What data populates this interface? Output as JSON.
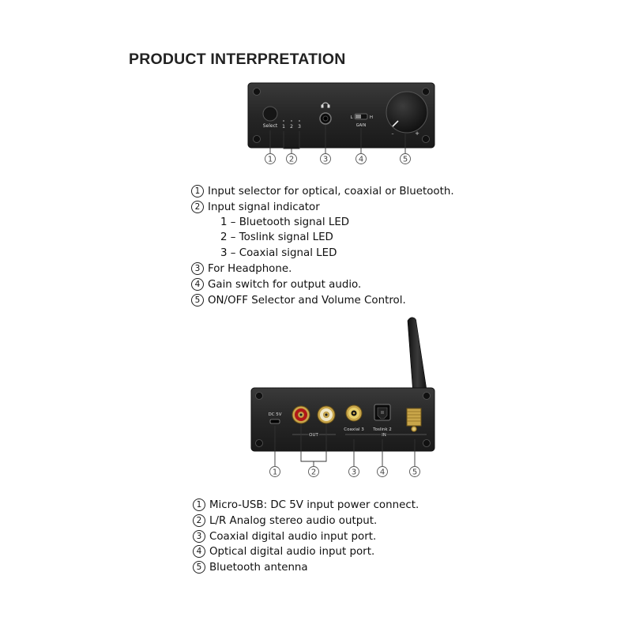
{
  "title": "PRODUCT INTERPRETATION",
  "front_panel": {
    "select_label": "Select",
    "led_numbers": [
      "1",
      "2",
      "3"
    ],
    "gain_low": "L",
    "gain_high": "H",
    "gain_label": "GAIN",
    "volume_minus": "–",
    "volume_plus": "+",
    "callouts": [
      "1",
      "2",
      "3",
      "4",
      "5"
    ]
  },
  "front_list": [
    {
      "num": "1",
      "text": "Input selector for optical, coaxial or Bluetooth."
    },
    {
      "num": "2",
      "text": "Input signal indicator"
    },
    {
      "num": "",
      "text": "1 – Bluetooth signal LED"
    },
    {
      "num": "",
      "text": "2 – Toslink signal LED"
    },
    {
      "num": "",
      "text": "3 – Coaxial signal LED"
    },
    {
      "num": "3",
      "text": "For Headphone."
    },
    {
      "num": "4",
      "text": "Gain switch for output audio."
    },
    {
      "num": "5",
      "text": "ON/OFF Selector and Volume Control."
    }
  ],
  "back_panel": {
    "dc_label": "DC 5V",
    "out_label": "OUT",
    "coaxial_label": "Coaxial 3",
    "toslink_label": "Toslink 2",
    "in_label": "IN",
    "callouts": [
      "1",
      "2",
      "3",
      "4",
      "5"
    ]
  },
  "back_list": [
    {
      "num": "1",
      "text": "Micro-USB: DC 5V input power connect."
    },
    {
      "num": "2",
      "text": "L/R Analog stereo audio output."
    },
    {
      "num": "3",
      "text": "Coaxial digital audio input port."
    },
    {
      "num": "4",
      "text": "Optical digital audio input port."
    },
    {
      "num": "5",
      "text": "Bluetooth antenna"
    }
  ]
}
